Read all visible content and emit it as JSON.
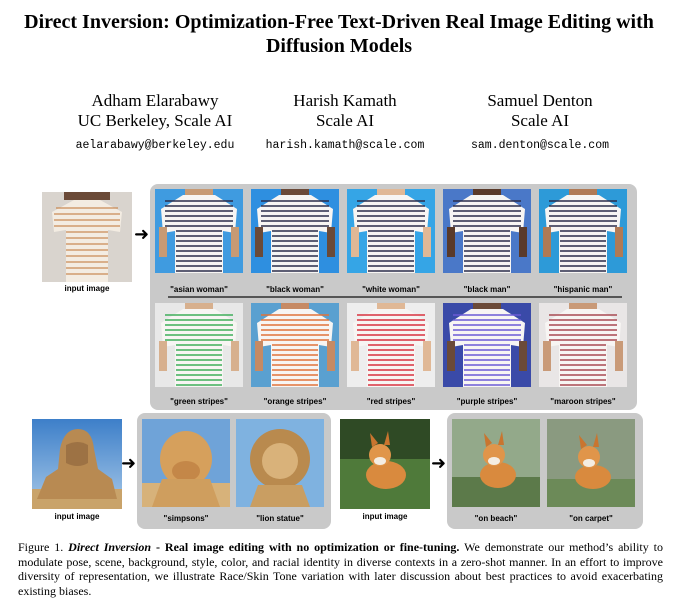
{
  "paper": {
    "title_line1": "Direct Inversion: Optimization-Free Text-Driven Real Image Editing with",
    "title_line2": "Diffusion Models",
    "authors": [
      {
        "name": "Adham Elarabawy",
        "affiliation": "UC Berkeley, Scale AI",
        "email": "aelarabawy@berkeley.edu"
      },
      {
        "name": "Harish Kamath",
        "affiliation": "Scale AI",
        "email": "harish.kamath@scale.com"
      },
      {
        "name": "Samuel Denton",
        "affiliation": "Scale AI",
        "email": "sam.denton@scale.com"
      }
    ]
  },
  "figure": {
    "input_label": "input image",
    "row1_labels": [
      "\"asian woman\"",
      "\"black woman\"",
      "\"white woman\"",
      "\"black man\"",
      "\"hispanic man\""
    ],
    "row2_labels": [
      "\"green stripes\"",
      "\"orange stripes\"",
      "\"red stripes\"",
      "\"purple stripes\"",
      "\"maroon stripes\""
    ],
    "sphinx_labels": [
      "\"simpsons\"",
      "\"lion statue\""
    ],
    "dog_labels": [
      "\"on beach\"",
      "\"on carpet\""
    ],
    "colors": {
      "panel": "#c9c9c9",
      "stripe_default": "#2a2d4a",
      "green": "#3fae5a",
      "orange": "#e0733a",
      "red": "#d8323f",
      "purple": "#6b5bd6",
      "maroon": "#a84a52"
    }
  },
  "caption": {
    "prefix": "Figure 1. ",
    "title_italic": "Direct Inversion",
    "title_bold": " - Real image editing with no optimization or fine-tuning.",
    "body": " We demonstrate our method’s ability to modulate pose, scene, background, style, color, and racial identity in diverse contexts in a zero-shot manner. In an effort to improve diversity of representation, we illustrate Race/Skin Tone variation with later discussion about best practices to avoid exacerbating existing biases."
  }
}
